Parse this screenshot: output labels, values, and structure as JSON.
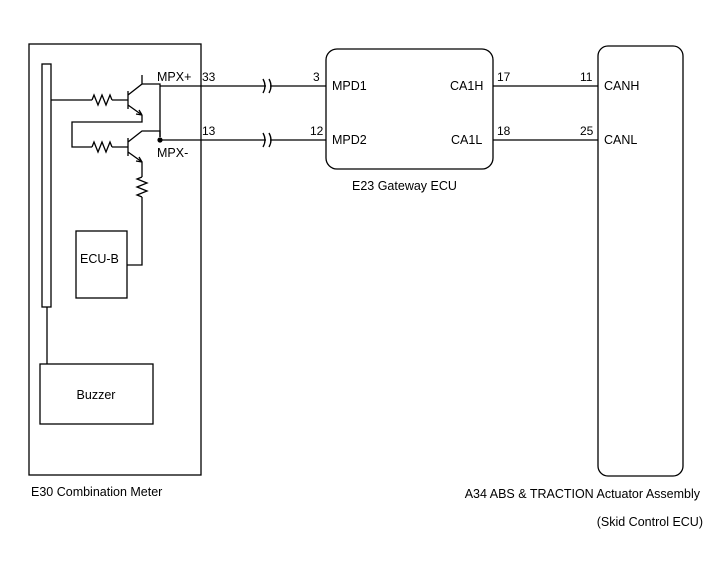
{
  "combination_meter": {
    "caption": "E30  Combination Meter",
    "mpx_plus_label": "MPX+",
    "mpx_minus_label": "MPX-",
    "pin_mpx_plus": "33",
    "pin_mpx_minus": "13",
    "ecu_b_label": "ECU-B",
    "buzzer_label": "Buzzer"
  },
  "gateway_ecu": {
    "caption": "E23  Gateway ECU",
    "mpd1_label": "MPD1",
    "mpd2_label": "MPD2",
    "pin_mpd1": "3",
    "pin_mpd2": "12",
    "ca1h_label": "CA1H",
    "ca1l_label": "CA1L",
    "pin_ca1h": "17",
    "pin_ca1l": "18"
  },
  "abs_actuator": {
    "caption_line1": "A34  ABS & TRACTION Actuator Assembly",
    "caption_line2": "(Skid Control ECU)",
    "canh_label": "CANH",
    "canl_label": "CANL",
    "pin_canh": "11",
    "pin_canl": "25"
  }
}
